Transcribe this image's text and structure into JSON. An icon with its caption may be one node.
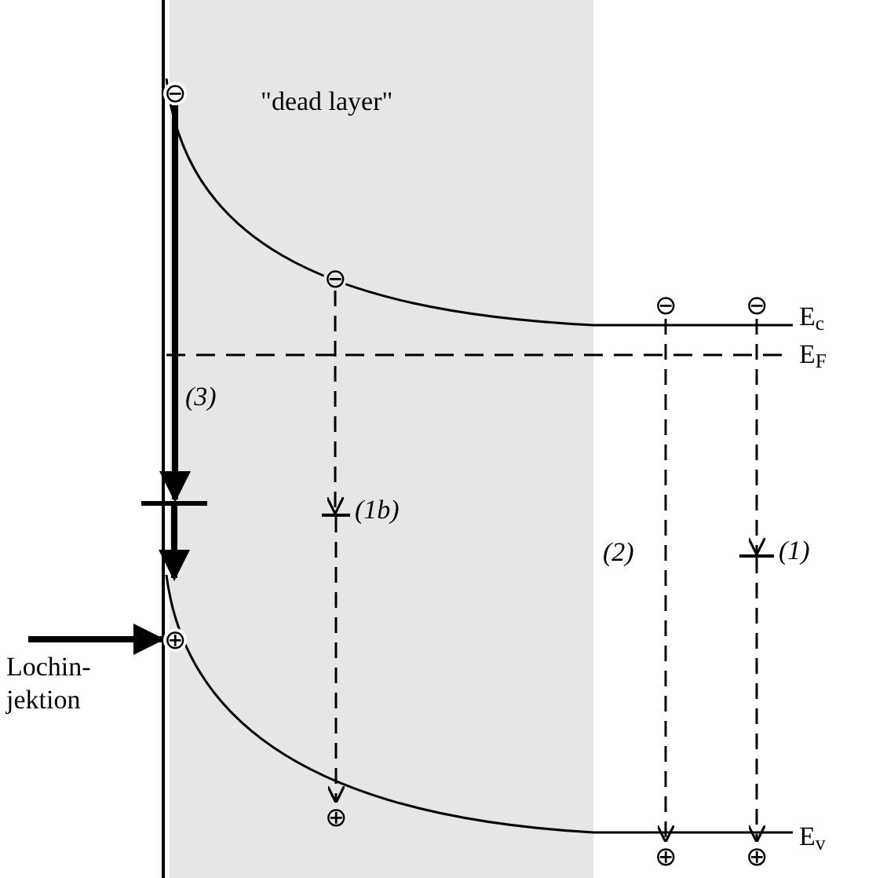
{
  "diagram": {
    "nodes": [
      {
        "text": [
          "⊖"
        ]
      },
      {
        "text": [],
        "shape": "bar"
      },
      {
        "text": [
          "⊖"
        ]
      },
      {
        "text": [],
        "shape": "bar",
        "beside": [
          "(1b)"
        ]
      },
      {
        "text": [
          "⊖"
        ]
      },
      {
        "text": [
          "⊖"
        ]
      },
      {
        "text": [],
        "shape": "bar",
        "beside": [
          "(1)"
        ]
      },
      {
        "text": [
          "Lochin- jektion"
        ]
      },
      {
        "text": [
          "⊕"
        ]
      },
      {
        "text": [
          "⊕"
        ]
      },
      {
        "text": [
          "⊕"
        ]
      },
      {
        "text": [
          "⊕"
        ]
      }
    ],
    "edges": [
      {
        "from": 0,
        "to": 1,
        "arrow": "to",
        "label": "(3)",
        "style": "thick"
      },
      {
        "from": 1,
        "to": 8,
        "arrow": "to",
        "style": "thick"
      },
      {
        "from": 2,
        "to": 3,
        "arrow": "to",
        "style": "dashed"
      },
      {
        "from": 3,
        "to": 9,
        "arrow": "to",
        "style": "dashed"
      },
      {
        "from": 4,
        "to": 10,
        "arrow": "to",
        "style": "dashed",
        "label": "(2)"
      },
      {
        "from": 5,
        "to": 6,
        "arrow": "to",
        "style": "dashed"
      },
      {
        "from": 6,
        "to": 11,
        "arrow": "to",
        "style": "dashed"
      },
      {
        "from": 7,
        "to": 8,
        "arrow": "to",
        "style": "thick"
      }
    ],
    "labels": [
      "\"dead layer\"",
      "E$_{c}$",
      "E$_{F}$",
      "E$_{v}$"
    ]
  }
}
